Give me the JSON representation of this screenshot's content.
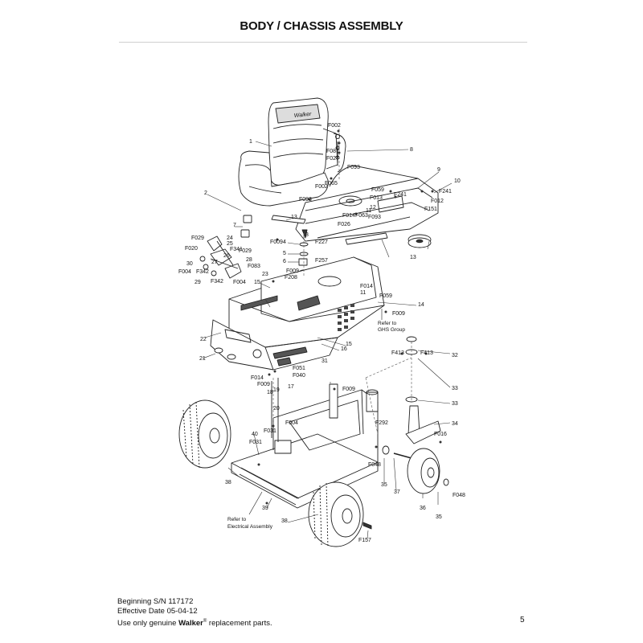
{
  "page": {
    "title": "BODY / CHASSIS ASSEMBLY",
    "footer": {
      "serial": "Beginning S/N 117172",
      "effective": "Effective Date 05-04-12",
      "use_prefix": "Use only genuine ",
      "brand": "Walker",
      "reg": "®",
      "use_suffix": " replacement parts."
    },
    "page_number": "5"
  },
  "diagram": {
    "seat_logo": "Walker",
    "notes": {
      "ghs_1": "Refer to",
      "ghs_2": "GHS Group",
      "elec_1": "Refer to",
      "elec_2": "Electrical Assembly"
    },
    "labels": [
      "1",
      "F002",
      "F087",
      "F027",
      "8",
      "F093",
      "9",
      "10",
      "F241",
      "F012",
      "F151",
      "F241",
      "F013",
      "12",
      "F093",
      "11",
      "F014",
      "F063",
      "F026",
      "F059",
      "F065",
      "F002",
      "F093",
      "2",
      "13",
      "7",
      "3",
      "F227",
      "F009",
      "F029",
      "24",
      "25",
      "F341",
      "F029",
      "F020",
      "26",
      "27",
      "28",
      "F083",
      "30",
      "F342",
      "F004",
      "29",
      "F342",
      "F004",
      "4",
      "5",
      "F257",
      "6",
      "F009",
      "F208",
      "23",
      "15",
      "F059",
      "F014",
      "11",
      "13",
      "14",
      "F009",
      "22",
      "16",
      "15",
      "21",
      "F051",
      "F040",
      "F014",
      "F009",
      "17",
      "18",
      "19",
      "31",
      "F009",
      "F413",
      "F413",
      "32",
      "33",
      "33",
      "20",
      "F004",
      "40",
      "F031",
      "F031",
      "F292",
      "34",
      "F016",
      "F048",
      "37",
      "35",
      "36",
      "35",
      "F048",
      "38",
      "39",
      "38",
      "F157"
    ]
  }
}
